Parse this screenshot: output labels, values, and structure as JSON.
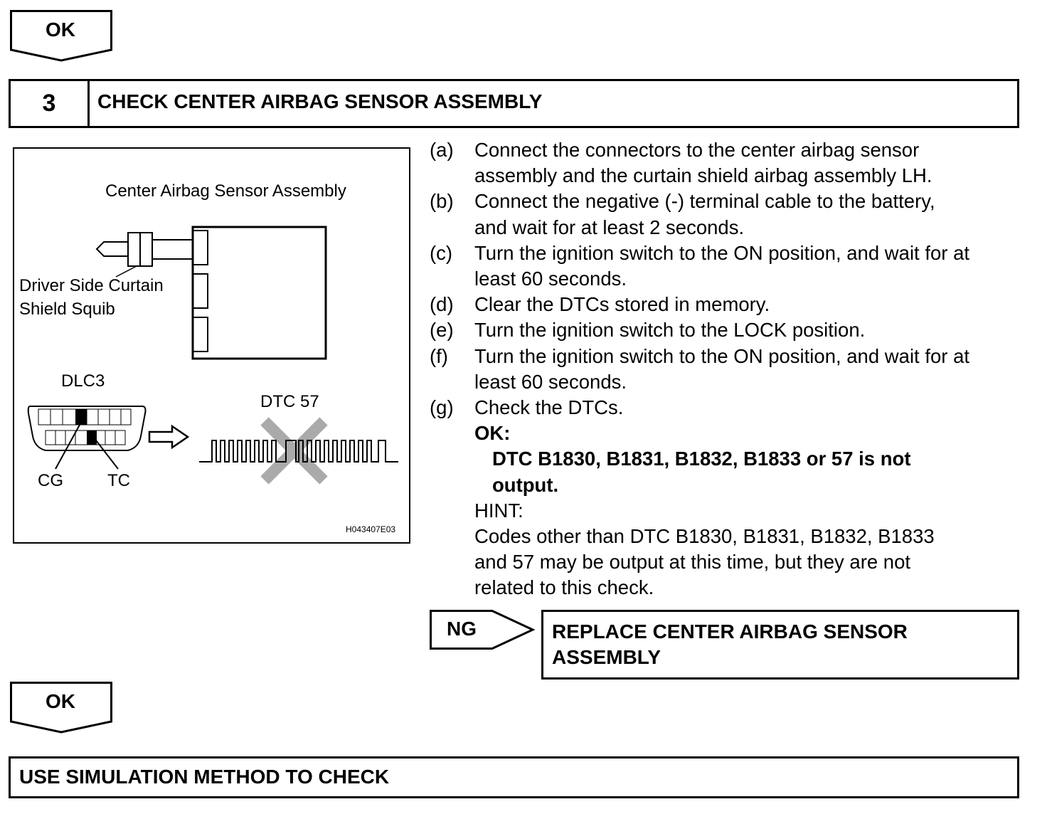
{
  "top_arrow": {
    "label": "OK"
  },
  "step": {
    "number": "3",
    "title": "CHECK CENTER AIRBAG SENSOR ASSEMBLY"
  },
  "figure": {
    "assembly_label": "Center Airbag Sensor Assembly",
    "squib_label_line1": "Driver Side Curtain",
    "squib_label_line2": "Shield Squib",
    "dlc_label": "DLC3",
    "cg_label": "CG",
    "tc_label": "TC",
    "dtc_label": "DTC 57",
    "figure_id": "H043407E03"
  },
  "instructions": [
    {
      "letter": "(a)",
      "lines": [
        "Connect the connectors to the center airbag sensor",
        "assembly and the curtain shield airbag assembly LH."
      ]
    },
    {
      "letter": "(b)",
      "lines": [
        "Connect the negative (-) terminal cable to the battery,",
        "and wait for at least 2 seconds."
      ]
    },
    {
      "letter": "(c)",
      "lines": [
        "Turn the ignition switch to the ON position, and wait for at",
        "least 60 seconds."
      ]
    },
    {
      "letter": "(d)",
      "lines": [
        "Clear the DTCs stored in memory."
      ]
    },
    {
      "letter": "(e)",
      "lines": [
        "Turn the ignition switch to the LOCK position."
      ]
    },
    {
      "letter": "(f)",
      "lines": [
        "Turn the ignition switch to the ON position, and wait for at",
        "least 60 seconds."
      ]
    },
    {
      "letter": "(g)",
      "lines": [
        "Check the DTCs."
      ]
    }
  ],
  "result": {
    "ok_label": "OK:",
    "ok_line1": "DTC B1830, B1831, B1832, B1833 or 57 is not",
    "ok_line2": "output.",
    "hint_label": "HINT:",
    "hint_line1": "Codes other than DTC B1830, B1831, B1832, B1833",
    "hint_line2": "and 57 may be output at this time, but they are not",
    "hint_line3": "related to this check."
  },
  "ng_branch": {
    "label": "NG",
    "action_line1": "REPLACE CENTER AIRBAG SENSOR",
    "action_line2": "ASSEMBLY"
  },
  "bottom_arrow": {
    "label": "OK"
  },
  "final_step": {
    "title": "USE SIMULATION METHOD TO CHECK"
  }
}
